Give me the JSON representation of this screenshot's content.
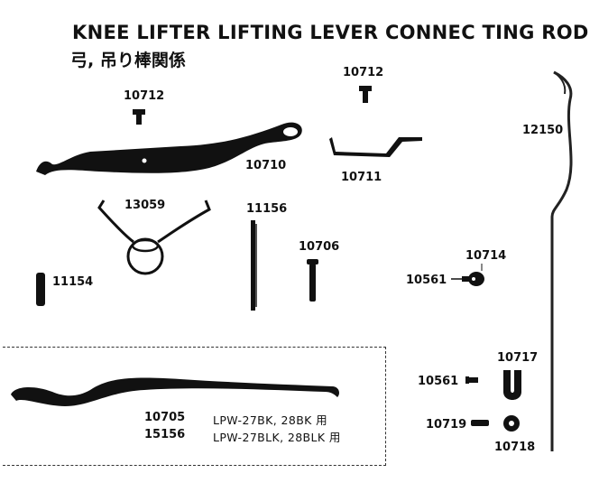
{
  "header": {
    "title": "KNEE LIFTER LIFTING LEVER CONNEC  TING ROD",
    "subtitle": "弓, 吊り棒関係"
  },
  "parts": {
    "p10712a": "10712",
    "p10712b": "10712",
    "p10710": "10710",
    "p10711": "10711",
    "p12150": "12150",
    "p13059": "13059",
    "p11156": "11156",
    "p10706": "10706",
    "p10714": "10714",
    "p10561a": "10561",
    "p11154": "11154",
    "p10717": "10717",
    "p10561b": "10561",
    "p10705": "10705",
    "p15156": "15156",
    "p10719": "10719",
    "p10718": "10718"
  },
  "notes": {
    "n10705": "LPW-27BK, 28BK 用",
    "n15156": "LPW-27BLK, 28BLK 用"
  }
}
